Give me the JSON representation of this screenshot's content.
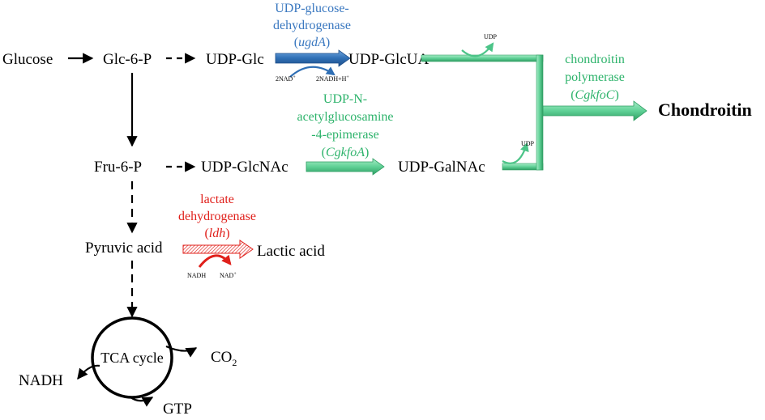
{
  "nodes": {
    "glucose": "Glucose",
    "glc6p": "Glc-6-P",
    "udp_glc": "UDP-Glc",
    "udp_glcua": "UDP-GlcUA",
    "fru6p": "Fru-6-P",
    "udp_glcnac": "UDP-GlcNAc",
    "udp_galnac": "UDP-GalNAc",
    "chondroitin": "Chondroitin",
    "pyruvic": "Pyruvic acid",
    "lactic": "Lactic acid",
    "tca": "TCA cycle",
    "nadh_out": "NADH",
    "gtp": "GTP",
    "co2": "CO",
    "co2_sub": "2"
  },
  "enzymes": {
    "ugda": {
      "line1": "UDP-glucose-",
      "line2": "dehydrogenase",
      "paren_open": "(",
      "gene": "ugdA",
      "paren_close": ")"
    },
    "cgkfoa": {
      "line1": "UDP-N-",
      "line2": "acetylglucosamine",
      "line3": "-4-epimerase",
      "paren_open": "(",
      "gene": "CgkfoA",
      "paren_close": ")"
    },
    "cgkfoc": {
      "line1": "chondroitin",
      "line2": "polymerase",
      "paren_open": "(",
      "gene": "CgkfoC",
      "paren_close": ")"
    },
    "ldh": {
      "line1": "lactate",
      "line2": "dehydrogenase",
      "paren_open": "(",
      "gene": "ldh",
      "paren_close": ")"
    }
  },
  "cofactors": {
    "nad_in": "2NAD",
    "nad_in_sup": "+",
    "nadh_out": "2NADH+H",
    "nadh_out_sup": "+",
    "udp_top": "UDP",
    "udp_bottom": "UDP",
    "ldh_nadh": "NADH",
    "ldh_nad": "NAD",
    "ldh_nad_sup": "+"
  },
  "colors": {
    "blue": "#3a78c0",
    "green": "#2db36b",
    "red": "#e0201b",
    "black": "#000000"
  }
}
